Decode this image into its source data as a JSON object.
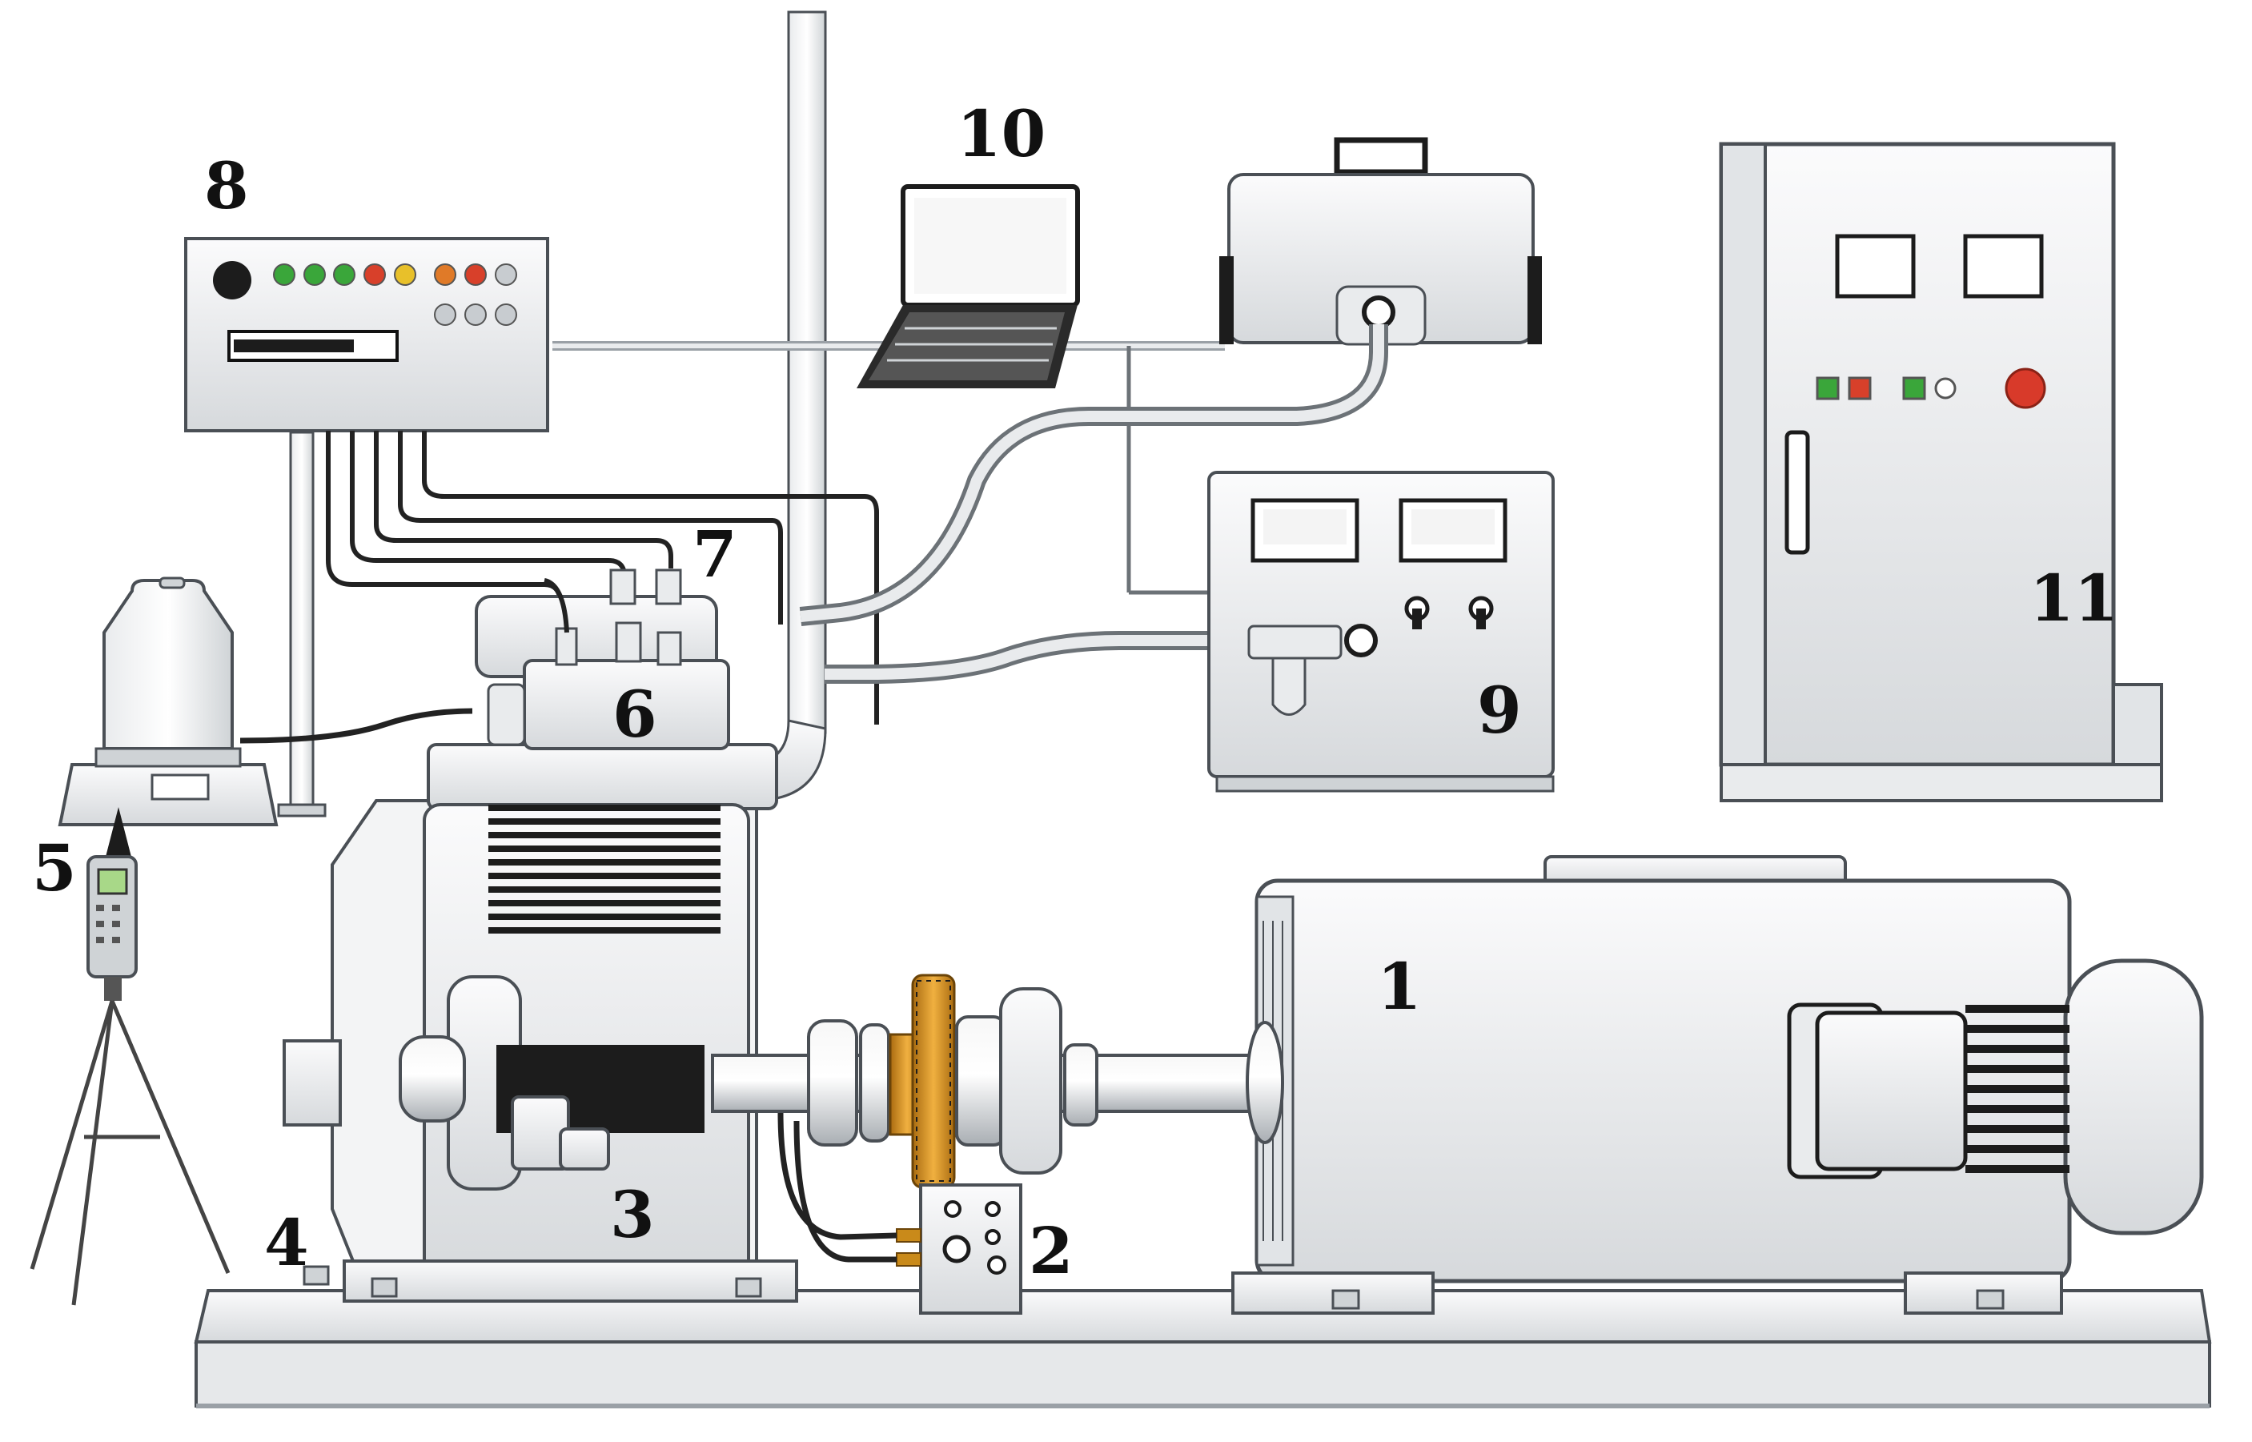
{
  "colors": {
    "background": "#ffffff",
    "metal_light": "#f2f3f4",
    "metal_mid": "#d9dcdf",
    "metal_dark": "#9aa0a6",
    "outline": "#4a4f55",
    "cable": "#222222",
    "brass": "#c98a1a",
    "led_green": "#3aa63a",
    "led_red": "#d8402a",
    "led_yellow": "#e8c02a",
    "led_orange": "#e07a28",
    "stop_red": "#d83a2a",
    "screen_green": "#a8d888"
  },
  "labels": {
    "n1": "1",
    "n2": "2",
    "n3": "3",
    "n4": "4",
    "n5": "5",
    "n6": "6",
    "n7": "7",
    "n8": "8",
    "n9": "9",
    "n10": "10",
    "n11": "11"
  },
  "icons": {
    "drive_motor": "motor-icon",
    "torque_sensor": "sensor-icon",
    "test_machine": "machine-icon",
    "sound_meter": "sound-level-meter-icon",
    "laptop": "laptop-icon",
    "cabinet": "control-cabinet-icon"
  }
}
